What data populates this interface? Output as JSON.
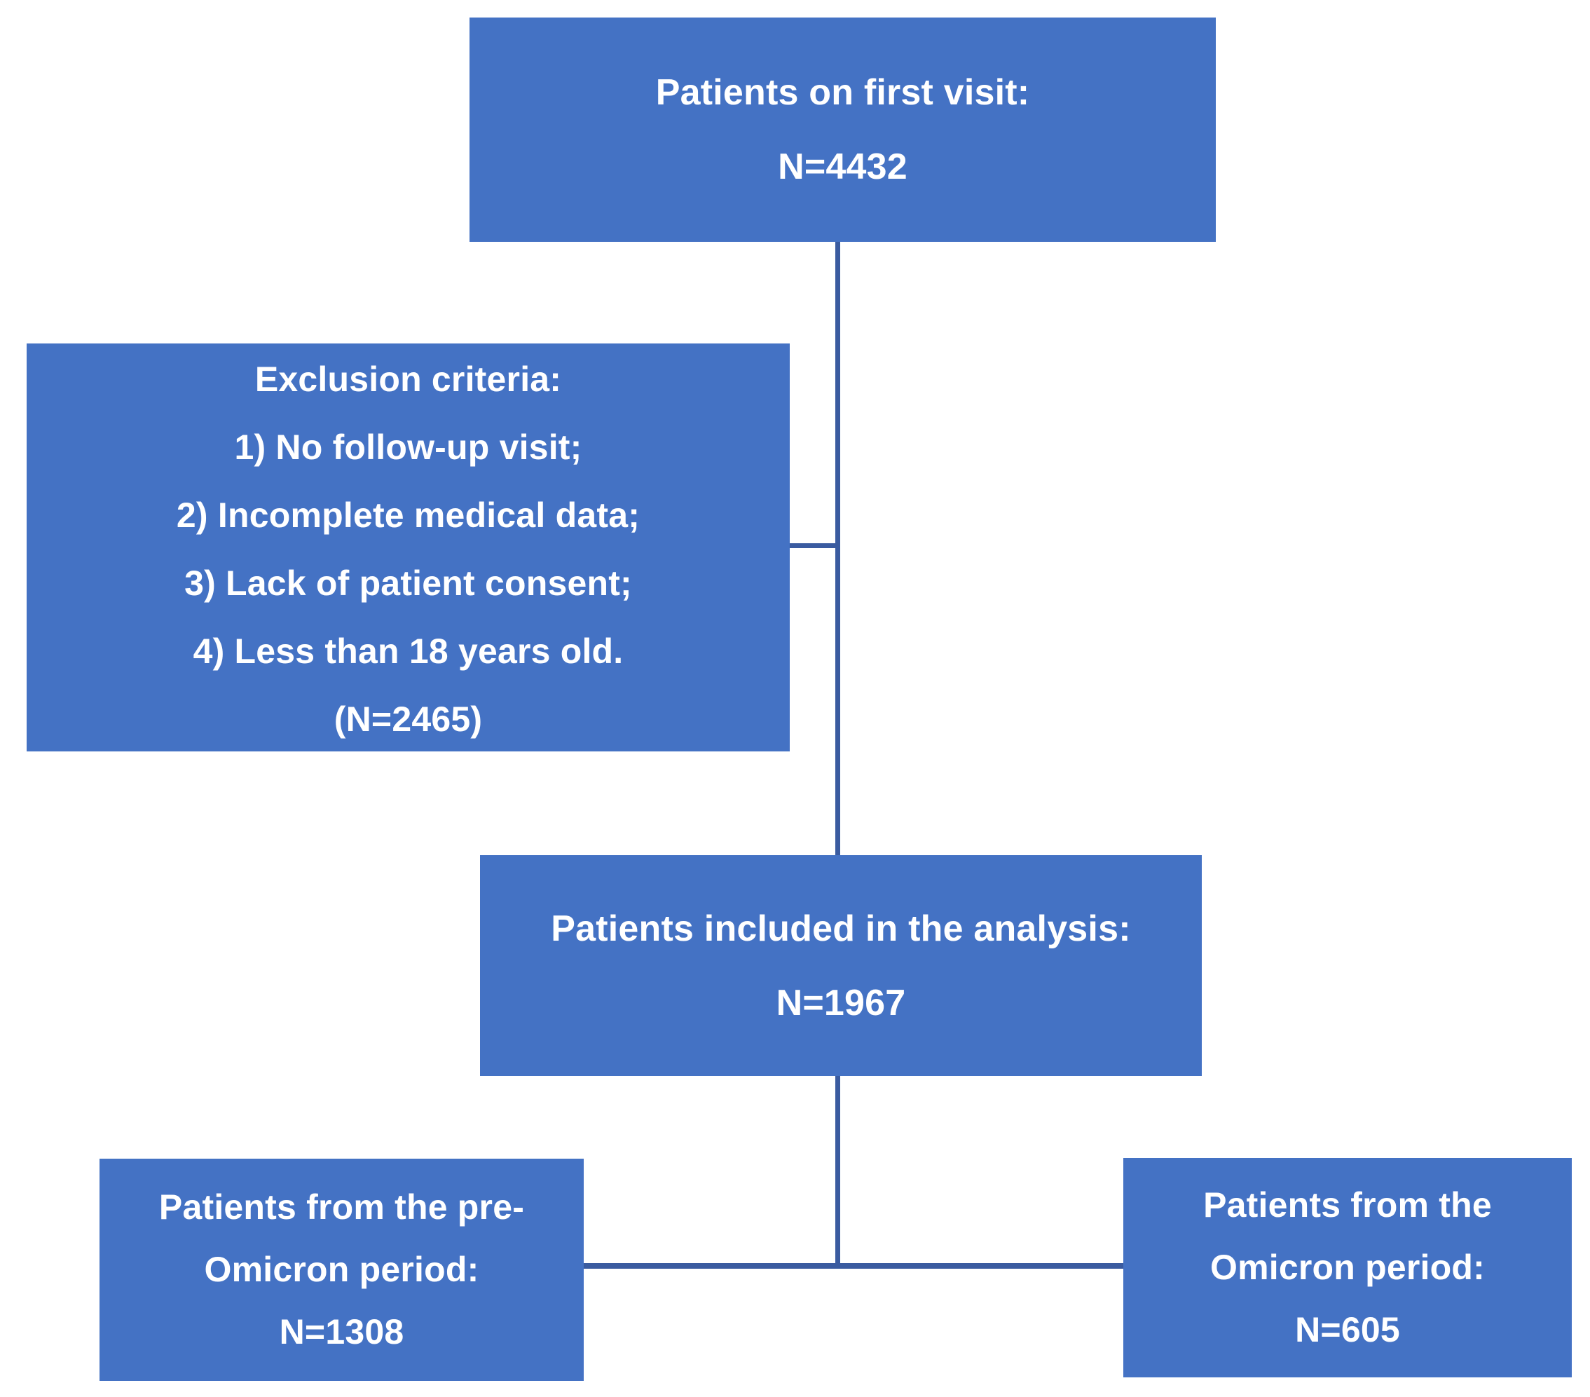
{
  "diagram": {
    "type": "flowchart",
    "title": "Patient selection flow diagram",
    "colors": {
      "node_fill": "#4472C4",
      "node_text": "#FFFFFF",
      "connector": "#3A5BA0",
      "background": "#FFFFFF"
    },
    "nodes": {
      "first_visit": {
        "id": "first-visit",
        "line1": "Patients on first visit:",
        "line2": "N=4432",
        "n": 4432
      },
      "exclusion": {
        "id": "exclusion",
        "line1": "Exclusion criteria:",
        "line2": "1) No follow-up visit;",
        "line3": "2) Incomplete medical data;",
        "line4": "3) Lack of patient consent;",
        "line5": "4) Less than 18 years old.",
        "line6": "(N=2465)",
        "n": 2465
      },
      "included": {
        "id": "included",
        "line1": "Patients included in the analysis:",
        "line2": "N=1967",
        "n": 1967
      },
      "pre_omicron": {
        "id": "pre-omicron",
        "line1": "Patients from the pre-",
        "line2": "Omicron period:",
        "line3": "N=1308",
        "n": 1308
      },
      "omicron": {
        "id": "omicron",
        "line1": "Patients from the",
        "line2": "Omicron period:",
        "line3": "N=605",
        "n": 605
      }
    },
    "edges": [
      {
        "name": "first-visit-to-included",
        "from": "first_visit",
        "to": "included",
        "style": "vertical-line"
      },
      {
        "name": "included-to-exclusion",
        "from": "first_visit",
        "to": "exclusion",
        "style": "horizontal-stub"
      },
      {
        "name": "included-to-split",
        "from": "included",
        "to": "split",
        "style": "vertical-line"
      },
      {
        "name": "split-to-pre-omicron",
        "from": "split",
        "to": "pre_omicron",
        "style": "horizontal-line"
      },
      {
        "name": "split-to-omicron",
        "from": "split",
        "to": "omicron",
        "style": "horizontal-line"
      }
    ]
  }
}
